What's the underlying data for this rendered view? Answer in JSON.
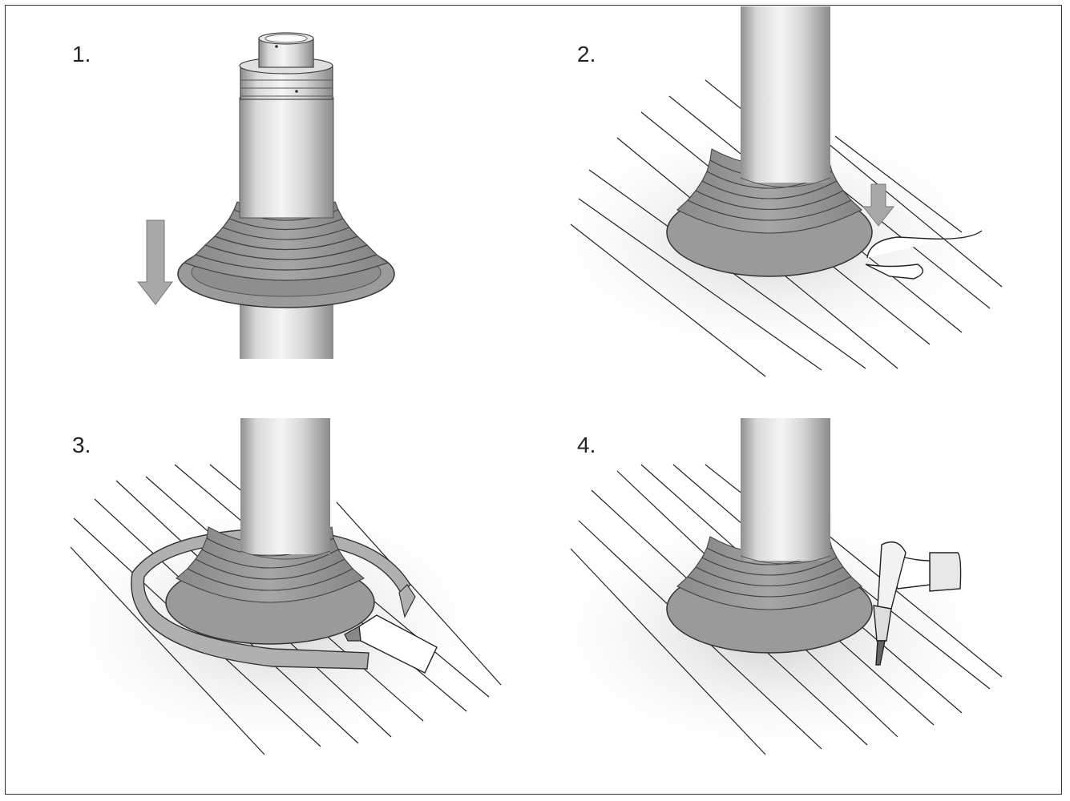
{
  "steps": [
    {
      "label": "1."
    },
    {
      "label": "2."
    },
    {
      "label": "3."
    },
    {
      "label": "4."
    }
  ],
  "colors": {
    "border": "#333333",
    "pipe_light": "#f2f2f2",
    "pipe_dark": "#8f8f8f",
    "boot": "#9a9a9a",
    "boot_ring": "#6e6e6e",
    "arrow": "#a8a8a8",
    "roof_line": "#222222"
  },
  "icons": [
    "down-arrow-icon",
    "hand-icon",
    "sealant-tube-icon",
    "heat-gun-icon",
    "rotation-arrow-icon"
  ]
}
